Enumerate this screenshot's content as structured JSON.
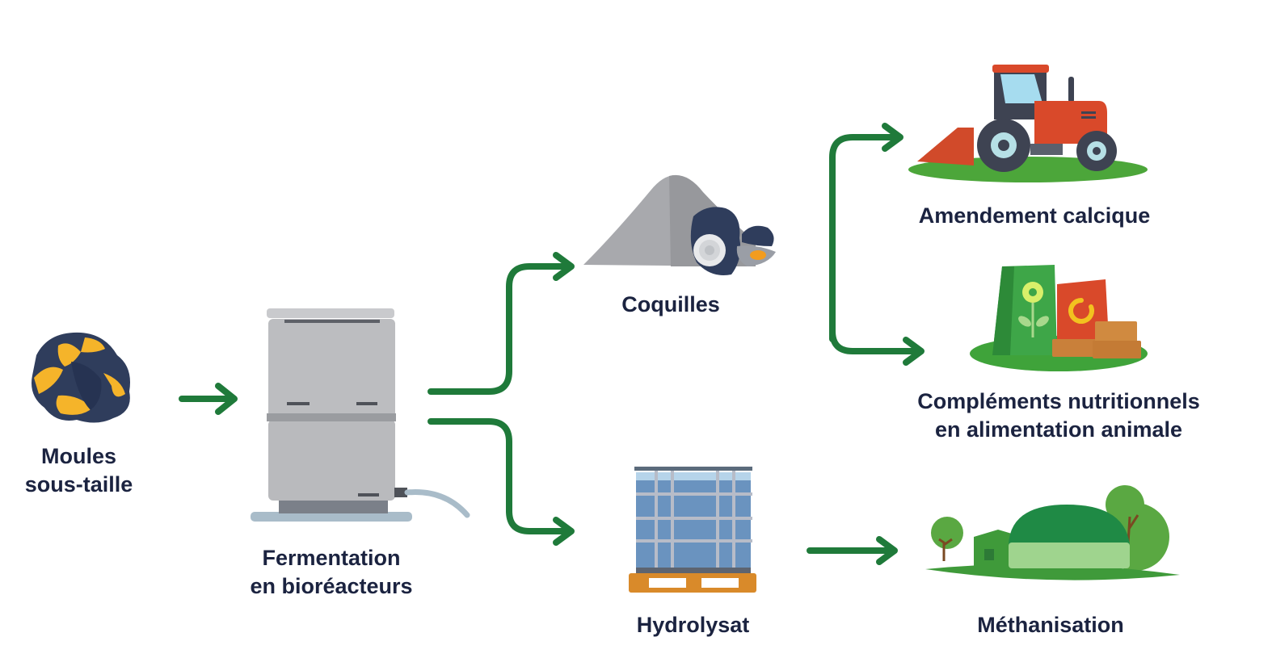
{
  "diagram": {
    "type": "process-flow",
    "language": "fr",
    "nodes": [
      {
        "id": "moules",
        "label_lines": [
          "Moules",
          "sous-taille"
        ],
        "icon": "mussels-icon"
      },
      {
        "id": "fermentation",
        "label_lines": [
          "Fermentation",
          "en bioréacteurs"
        ],
        "icon": "bioreactor-icon"
      },
      {
        "id": "coquilles",
        "label_lines": [
          "Coquilles"
        ],
        "icon": "shell-pile-icon"
      },
      {
        "id": "hydrolysat",
        "label_lines": [
          "Hydrolysat"
        ],
        "icon": "ibc-tank-icon"
      },
      {
        "id": "amendement",
        "label_lines": [
          "Amendement calcique"
        ],
        "icon": "tractor-icon"
      },
      {
        "id": "complements",
        "label_lines": [
          "Compléments nutritionnels",
          "en alimentation animale"
        ],
        "icon": "feed-bags-icon"
      },
      {
        "id": "methanisation",
        "label_lines": [
          "Méthanisation"
        ],
        "icon": "biogas-dome-icon"
      }
    ],
    "edges": [
      {
        "from": "moules",
        "to": "fermentation"
      },
      {
        "from": "fermentation",
        "to": "coquilles"
      },
      {
        "from": "fermentation",
        "to": "hydrolysat"
      },
      {
        "from": "coquilles",
        "to": "amendement"
      },
      {
        "from": "coquilles",
        "to": "complements"
      },
      {
        "from": "hydrolysat",
        "to": "methanisation"
      }
    ],
    "colors": {
      "arrow": "#1f7a3a",
      "text": "#1b2340",
      "mussel_shell": "#2f3d5c",
      "mussel_flesh": "#f5b42a",
      "grass": "#4ca63a",
      "tractor": "#d9492a",
      "ibc_liquid": "#6a93bf",
      "pallet": "#d98a2a",
      "dome": "#1f8a45"
    }
  }
}
